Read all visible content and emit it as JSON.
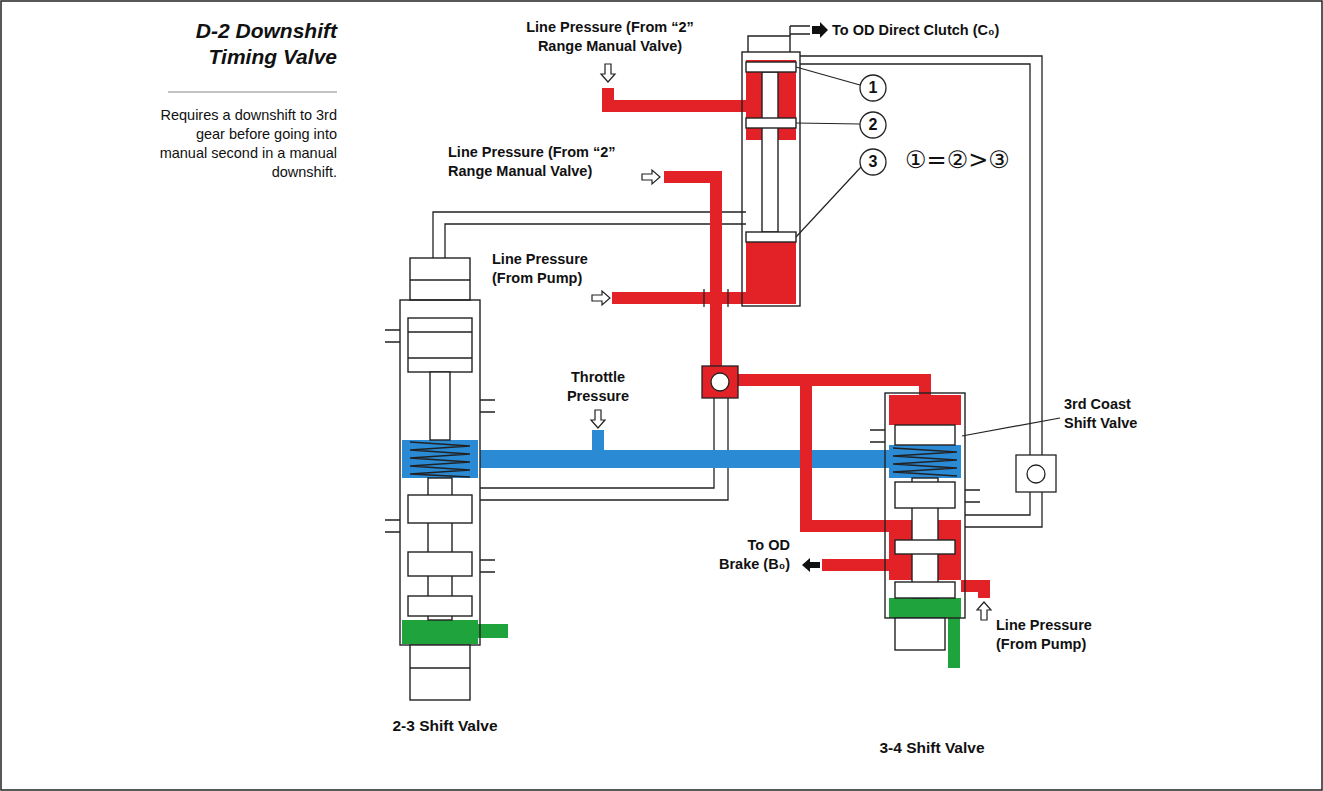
{
  "diagram": {
    "title": "D-2 Downshift Timing Valve",
    "caption": "Requires a downshift to 3rd gear before going into manual second in a manual downshift.",
    "labels": [
      "Line Pressure (From “2” Range Manual Valve)",
      "To OD Direct Clutch (C₀)",
      "1",
      "2",
      "3",
      "Line Pressure (From “2” Range Manual Valve)",
      "Line Pressure (From Pump)",
      "①=②>③",
      "Throttle Pressure",
      "3rd Coast Shift Valve",
      "To OD Brake (B₀)",
      "Line Pressure (From Pump)",
      "2-3 Shift Valve",
      "3-4 Shift Valve"
    ]
  }
}
